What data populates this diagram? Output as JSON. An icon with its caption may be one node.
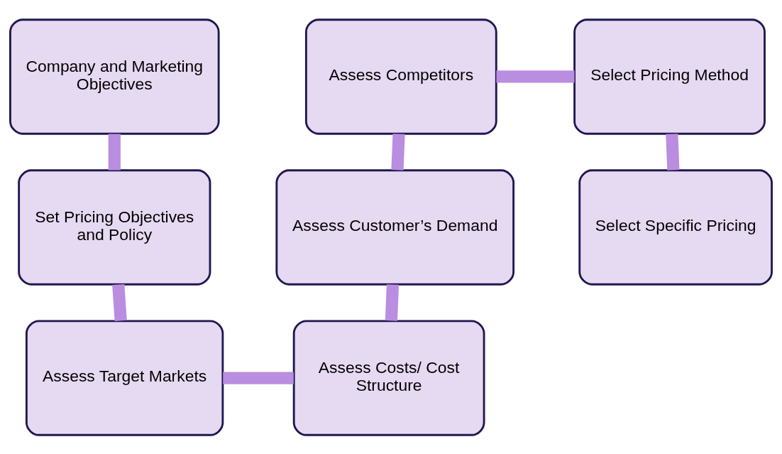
{
  "diagram": {
    "nodes": [
      {
        "text": [
          "Company and Marketing Objectives"
        ]
      },
      {
        "text": [
          "Set Pricing Objectives and Policy"
        ]
      },
      {
        "text": [
          "Assess Target Markets"
        ]
      },
      {
        "text": [
          "Assess Competitors"
        ]
      },
      {
        "text": [
          "Assess Customer’s Demand"
        ]
      },
      {
        "text": [
          "Assess Costs/ Cost Structure"
        ]
      },
      {
        "text": [
          "Select Pricing Method"
        ]
      },
      {
        "text": [
          "Select Specific Pricing"
        ]
      }
    ],
    "edges": [
      {
        "from": 0,
        "to": 1,
        "arrow": "none"
      },
      {
        "from": 1,
        "to": 2,
        "arrow": "none"
      },
      {
        "from": 2,
        "to": 5,
        "arrow": "none"
      },
      {
        "from": 5,
        "to": 4,
        "arrow": "none"
      },
      {
        "from": 4,
        "to": 3,
        "arrow": "none"
      },
      {
        "from": 3,
        "to": 6,
        "arrow": "none"
      },
      {
        "from": 6,
        "to": 7,
        "arrow": "none"
      }
    ]
  }
}
